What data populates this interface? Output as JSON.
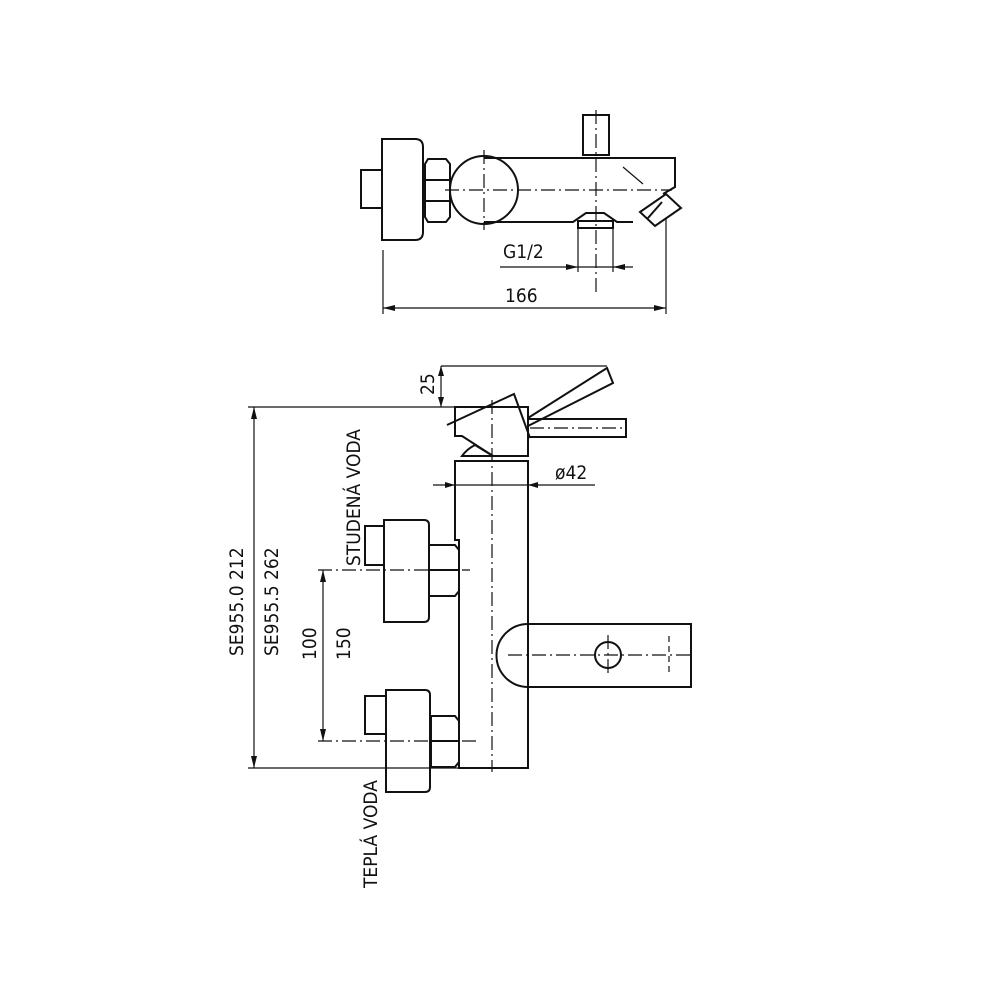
{
  "top_view": {
    "thread_label": "G1/2",
    "width_dim": "166"
  },
  "side_view": {
    "lever_dim": "25",
    "diameter_dim": "ø42",
    "model_1_height": "SE955.0  212",
    "model_2_height": "SE955.5    262",
    "spacing_dim_1": "100",
    "spacing_dim_2": "150",
    "cold_water_label": "STUDENÁ  VODA",
    "hot_water_label": "TEPLÁ  VODA"
  }
}
